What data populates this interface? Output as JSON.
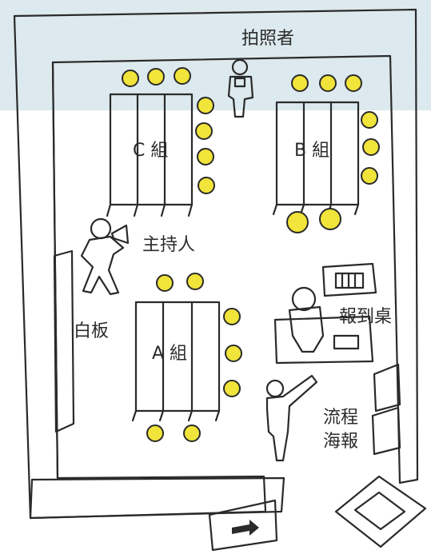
{
  "colors": {
    "wall": "#f3f0c3",
    "table": "#e9e6ad",
    "seat": "#f1e43a",
    "person": "#e8dc36",
    "ink": "#2a2a2a",
    "banner": "#dce9ee"
  },
  "labels": {
    "photographer": "拍照者",
    "group_c": "C 組",
    "group_b": "B 組",
    "host": "主持人",
    "whiteboard": "白板",
    "group_a": "A 組",
    "checkin_desk": "報到桌",
    "flow_poster_line1": "流程",
    "flow_poster_line2": "海報"
  },
  "icons": {
    "exit_sign": "arrow-right-icon",
    "door_sign": "sign-icon"
  }
}
